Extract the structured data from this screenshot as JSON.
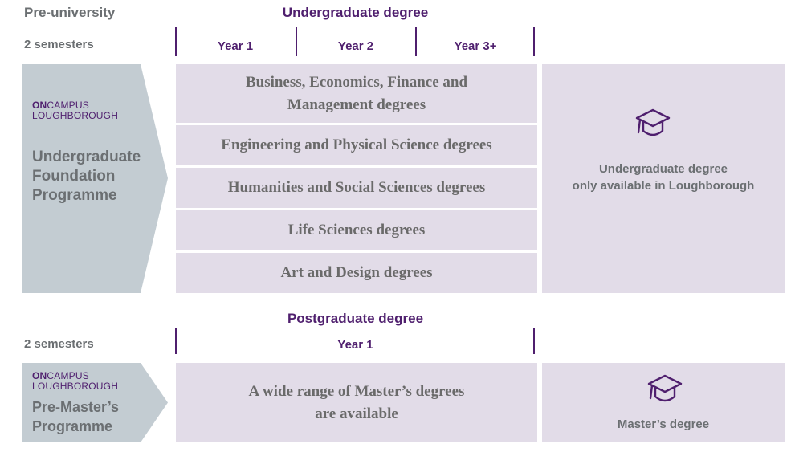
{
  "headers": {
    "pre_university": "Pre-university",
    "undergraduate": "Undergraduate degree",
    "postgraduate": "Postgraduate degree"
  },
  "semesters": {
    "top": "2 semesters",
    "bottom": "2 semesters"
  },
  "ug_years": [
    "Year 1",
    "Year 2",
    "Year 3+"
  ],
  "pg_years": [
    "Year 1"
  ],
  "foundation": {
    "logo_on": "ON",
    "logo_campus": "CAMPUS",
    "logo_loughborough": "LOUGHBOROUGH",
    "name_lines": [
      "Undergraduate",
      "Foundation",
      "Programme"
    ]
  },
  "premaster": {
    "logo_on": "ON",
    "logo_campus": "CAMPUS",
    "logo_loughborough": "LOUGHBOROUGH",
    "name_lines": [
      "Pre-Master’s",
      "Programme"
    ]
  },
  "ug_degrees": [
    "Business, Economics, Finance and Management degrees",
    "Engineering and Physical Science degrees",
    "Humanities and Social Sciences degrees",
    "Life Sciences degrees",
    "Art and Design degrees"
  ],
  "ug_outcome": {
    "line1": "Undergraduate degree",
    "line2": "only available in Loughborough",
    "icon": "graduation-cap-icon"
  },
  "pg_range": {
    "line1": "A wide range of Master’s degrees",
    "line2": "are available"
  },
  "pg_outcome": {
    "label": "Master’s degree",
    "icon": "graduation-cap-icon"
  },
  "colors": {
    "purple": "#4f1f6e",
    "band": "#e2dce8",
    "arrow": "#c3ccd2",
    "gray_text": "#6b6f72"
  }
}
